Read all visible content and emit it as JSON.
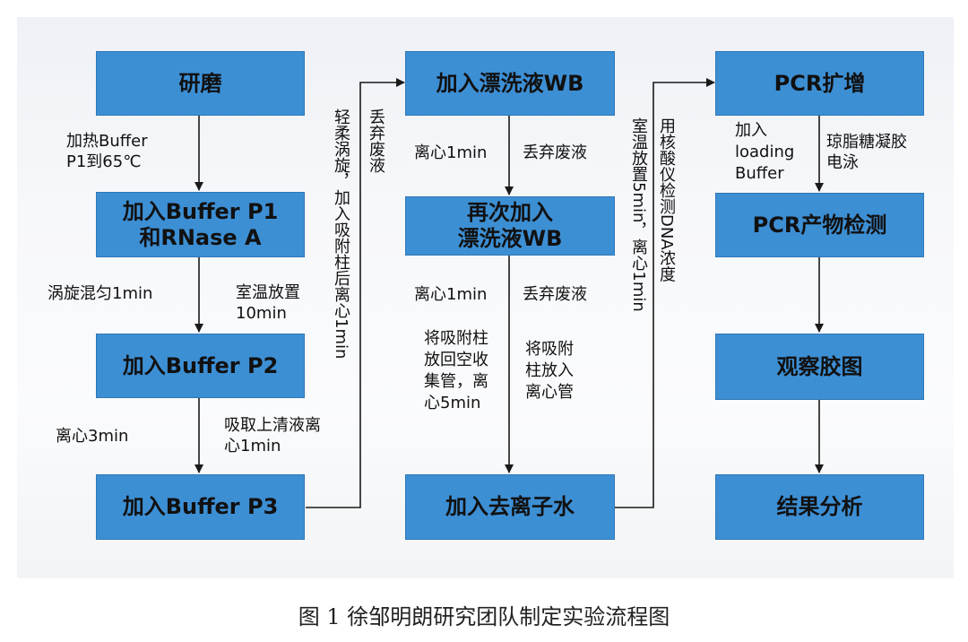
{
  "boxes": {
    "grind": "研磨",
    "add_p1_line1": "加入Buffer P1",
    "add_p1_line2": "和RNase A",
    "add_p2": "加入Buffer P2",
    "add_p3": "加入Buffer P3",
    "add_wb": "加入漂洗液WB",
    "re_add_wb_line1": "再次加入",
    "re_add_wb_line2": "漂洗液WB",
    "add_water": "加入去离子水",
    "pcr": "PCR扩增",
    "pcr_detect": "PCR产物检测",
    "observe": "观察胶图",
    "result": "结果分析"
  },
  "labels": {
    "heat_buffer": "加热Buffer P1到65℃",
    "vortex_1min": "涡旋混匀1min",
    "room_temp_10min": "室温放置10min",
    "centrifuge_3min": "离心3min",
    "take_supernatant": "吸取上清液离心1min",
    "discard_waste_v": "丢弃废液",
    "gentle_vortex_v": "轻柔涡旋，加入吸附柱后离心1min",
    "centrifuge_1min_a": "离心1min",
    "discard_waste_a": "丢弃废液",
    "centrifuge_1min_b": "离心1min",
    "discard_waste_b": "丢弃废液",
    "column_back": "将吸附柱放回空收集管，离心5min",
    "column_into": "将吸附柱放入离心管",
    "room_temp_5min_v": "室温放置5min，离心1min",
    "measure_dna_v": "用核酸仪检测DNA浓度",
    "loading_buffer": "加入loading Buffer",
    "agarose": "琼脂糖凝胶电泳"
  },
  "caption": "图 1  徐邹明朗研究团队制定实验流程图",
  "colors": {
    "box_fill": "#3d8fd4",
    "box_border": "#2f77b5",
    "arrow": "#1a1a1a"
  }
}
